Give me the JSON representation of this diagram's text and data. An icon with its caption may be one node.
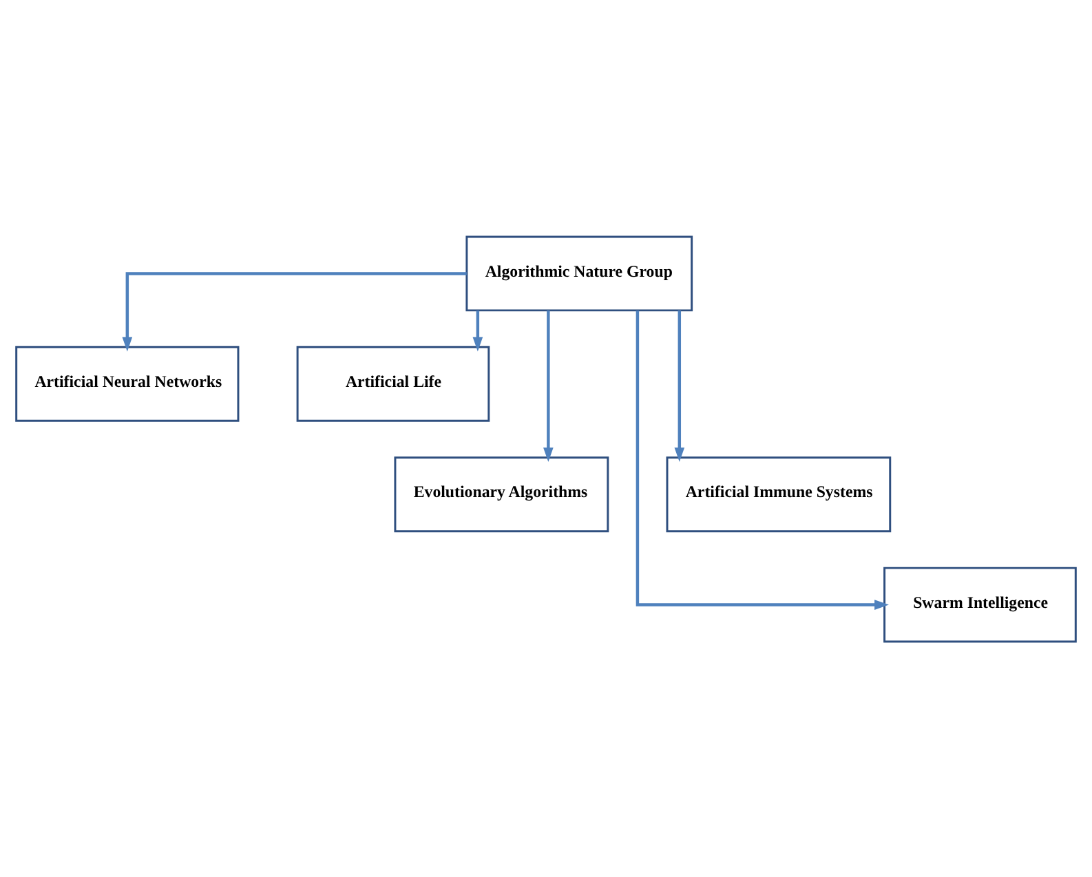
{
  "diagram": {
    "nodes": [
      {
        "text": [
          "Algorithmic Nature Group"
        ]
      },
      {
        "text": [
          "Artificial Neural Networks"
        ]
      },
      {
        "text": [
          "Artificial Life"
        ]
      },
      {
        "text": [
          "Evolutionary Algorithms"
        ]
      },
      {
        "text": [
          "Artificial Immune Systems"
        ]
      },
      {
        "text": [
          "Swarm Intelligence"
        ]
      }
    ],
    "edges": [
      {
        "from": 0,
        "to": 1,
        "arrow": "to"
      },
      {
        "from": 0,
        "to": 2,
        "arrow": "to"
      },
      {
        "from": 0,
        "to": 3,
        "arrow": "to"
      },
      {
        "from": 0,
        "to": 4,
        "arrow": "to"
      },
      {
        "from": 0,
        "to": 5,
        "arrow": "to"
      }
    ]
  }
}
